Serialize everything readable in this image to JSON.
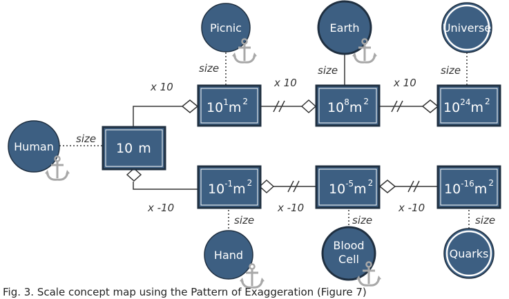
{
  "colors": {
    "node_fill": "#3d5f82",
    "node_border": "#1f2f40",
    "line": "#333333",
    "anchor": "#b3b3b3"
  },
  "boxes": {
    "base": {
      "main": "10",
      "unit": "m"
    },
    "picnic_area": {
      "main": "10",
      "exp": "1",
      "unit": "m",
      "sq": "2"
    },
    "earth_area": {
      "main": "10",
      "exp": "8",
      "unit": "m",
      "sq": "2"
    },
    "universe_area": {
      "main": "10",
      "exp": "24",
      "unit": "m",
      "sq": "2"
    },
    "hand_area": {
      "main": "10",
      "exp": "-1",
      "unit": "m",
      "sq": "2"
    },
    "blood_area": {
      "main": "10",
      "exp": "-5",
      "unit": "m",
      "sq": "2"
    },
    "quarks_area": {
      "main": "10",
      "exp": "-16",
      "unit": "m",
      "sq": "2"
    }
  },
  "circles": {
    "human": "Human",
    "picnic": "Picnic",
    "earth": "Earth",
    "universe": "Universe",
    "hand": "Hand",
    "blood_line1": "Blood",
    "blood_line2": "Cell",
    "quarks": "Quarks"
  },
  "labels": {
    "size": "size",
    "times_up": "x 10",
    "times_down": "x -10"
  },
  "caption": "Fig. 3. Scale concept map using the Pattern of Exaggeration (Figure 7)"
}
